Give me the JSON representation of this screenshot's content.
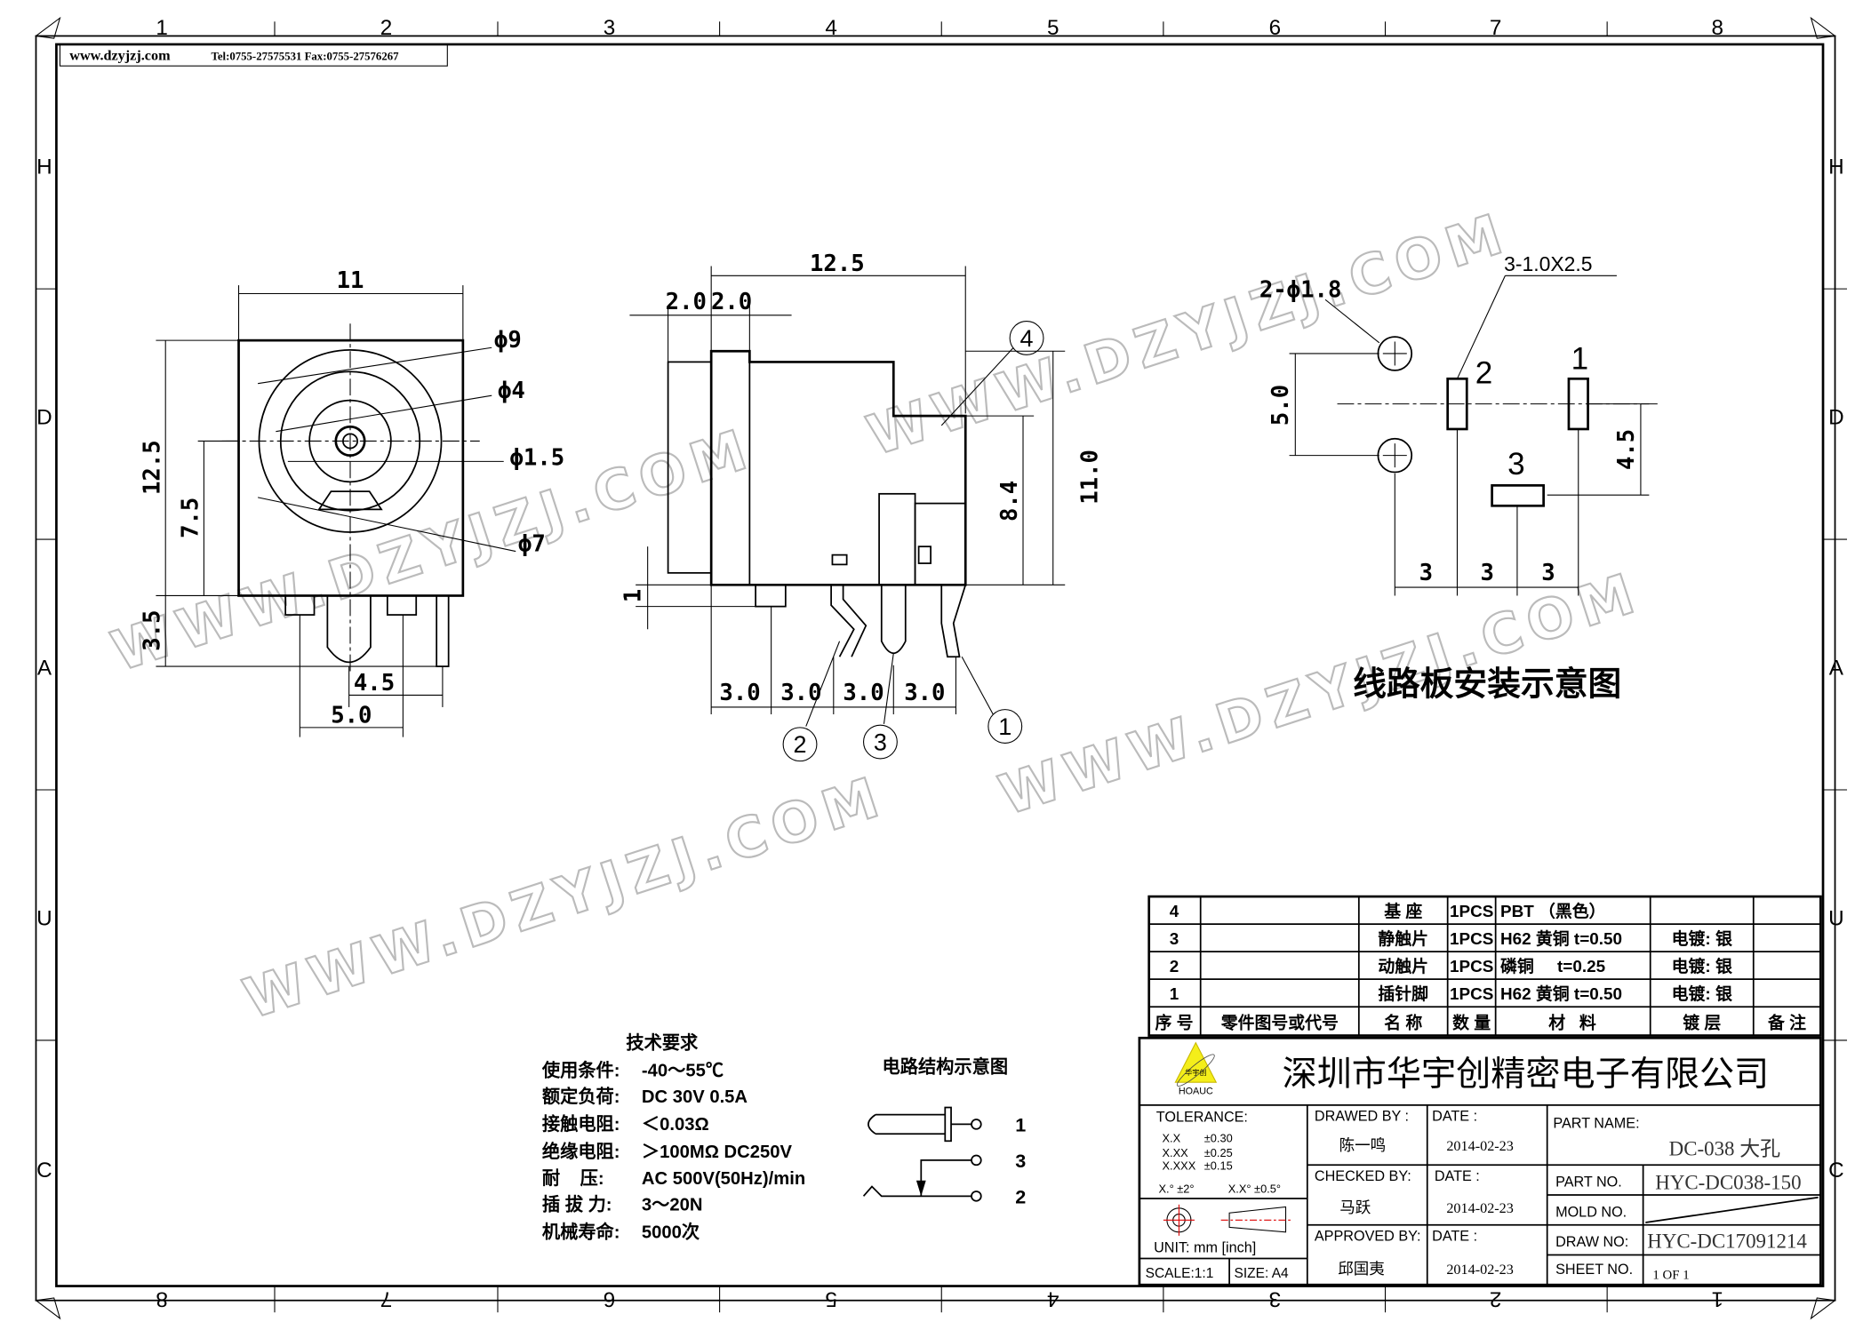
{
  "header": {
    "site": "www.dzyjzj.com",
    "contact": "Tel:0755-27575531  Fax:0755-27576267"
  },
  "frame": {
    "columns_top": [
      "1",
      "2",
      "3",
      "4",
      "5",
      "6",
      "7",
      "8"
    ],
    "columns_bottom": [
      "8",
      "7",
      "6",
      "5",
      "4",
      "3",
      "2",
      "1"
    ],
    "rows": [
      "H",
      "D",
      "A",
      "U",
      "C"
    ]
  },
  "watermark": "WWW.DZYJZJ.COM",
  "front_view": {
    "width": "11",
    "height": "12.5",
    "center_h": "7.5",
    "pin_len": "3.5",
    "phi9": "ϕ9",
    "phi4": "ϕ4",
    "phi15": "ϕ1.5",
    "phi7": "ϕ7",
    "pitch1": "4.5",
    "pitch2": "5.0"
  },
  "side_view": {
    "length": "12.5",
    "d1": "2.0",
    "d2": "2.0",
    "h1": "8.4",
    "h2": "11.0",
    "gap": "1",
    "pitch": [
      "3.0",
      "3.0",
      "3.0",
      "3.0"
    ],
    "callouts": [
      "4",
      "2",
      "3",
      "1"
    ]
  },
  "pcb_layout": {
    "holes": "2-ϕ1.8",
    "slots": "3-1.0X2.5",
    "v1": "5.0",
    "v2": "4.5",
    "h": [
      "3",
      "3",
      "3"
    ],
    "pins": [
      "2",
      "1",
      "3"
    ],
    "title": "线路板安装示意图"
  },
  "tech_requirements": {
    "title": "技术要求",
    "lines": [
      {
        "label": "使用条件:",
        "value": "-40～55℃"
      },
      {
        "label": "额定负荷:",
        "value": "DC 30V 0.5A"
      },
      {
        "label": "接触电阻:",
        "value": "＜0.03Ω"
      },
      {
        "label": "绝缘电阻:",
        "value": "＞100MΩ DC250V"
      },
      {
        "label": "耐    压:",
        "value": "AC 500V(50Hz)/min"
      },
      {
        "label": "插 拔 力:",
        "value": "3～20N"
      },
      {
        "label": "机械寿命:",
        "value": "5000次"
      }
    ]
  },
  "circuit": {
    "title": "电路结构示意图",
    "pins": [
      "1",
      "3",
      "2"
    ]
  },
  "bom": {
    "rows": [
      {
        "no": "4",
        "code": "",
        "name": "基  座",
        "qty": "1PCS",
        "material": "PBT （黑色）",
        "plating": "",
        "note": ""
      },
      {
        "no": "3",
        "code": "",
        "name": "静触片",
        "qty": "1PCS",
        "material": "H62 黄铜 t=0.50",
        "plating": "电镀: 银",
        "note": ""
      },
      {
        "no": "2",
        "code": "",
        "name": "动触片",
        "qty": "1PCS",
        "material": "磷铜     t=0.25",
        "plating": "电镀: 银",
        "note": ""
      },
      {
        "no": "1",
        "code": "",
        "name": "插针脚",
        "qty": "1PCS",
        "material": "H62 黄铜 t=0.50",
        "plating": "电镀: 银",
        "note": ""
      }
    ],
    "header": {
      "no": "序 号",
      "code": "零件图号或代号",
      "name": "名 称",
      "qty": "数 量",
      "material": "材   料",
      "plating": "镀 层",
      "note": "备 注"
    }
  },
  "title_block": {
    "company": "深圳市华宇创精密电子有限公司",
    "logo_text": "HOAUC",
    "logo_cn": "华宇创",
    "tolerance_label": "TOLERANCE:",
    "tolerances": [
      [
        "X.X",
        "±0.30"
      ],
      [
        "X.XX",
        "±0.25"
      ],
      [
        "X.XXX",
        "±0.15"
      ]
    ],
    "angle_tol": [
      "X.° ±2°",
      "X.X° ±0.5°"
    ],
    "unit": "UNIT:  mm  [inch]",
    "scale": "SCALE:1:1",
    "size": "SIZE:  A4",
    "drawed_by_label": "DRAWED BY :",
    "drawed_by": "陈一鸣",
    "checked_by_label": "CHECKED BY:",
    "checked_by": "马跃",
    "approved_by_label": "APPROVED BY:",
    "approved_by": "邱国夷",
    "date_label": "DATE :",
    "dates": [
      "2014-02-23",
      "2014-02-23",
      "2014-02-23"
    ],
    "part_name_label": "PART NAME:",
    "part_name": "DC-038 大孔",
    "part_no_label": "PART NO.",
    "part_no": "HYC-DC038-150",
    "mold_no_label": "MOLD NO.",
    "draw_no_label": "DRAW NO:",
    "draw_no": "HYC-DC17091214",
    "sheet_no_label": "SHEET NO.",
    "sheet_no": "1 OF 1"
  }
}
